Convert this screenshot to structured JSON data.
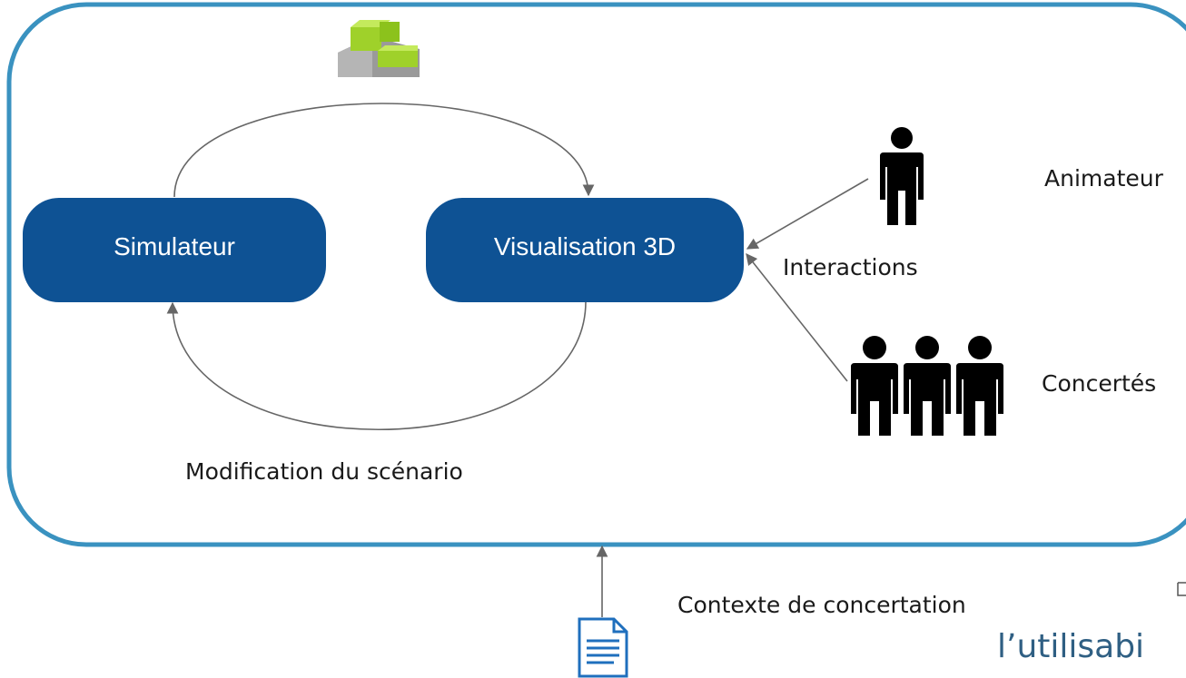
{
  "diagram": {
    "nodes": {
      "simulator": "Simulateur",
      "visualisation": "Visualisation 3D"
    },
    "roles": {
      "facilitator": "Animateur",
      "participants": "Concertés"
    },
    "edges": {
      "interactions": "Interactions",
      "scenario_change": "Modification du scénario",
      "context": "Contexte de concertation"
    },
    "partial_text": "l’utilisabi",
    "colors": {
      "frame": "#3a92c0",
      "node_fill": "#0e5294",
      "arrow": "#666666",
      "document": "#1f6fbd",
      "building": "#9fd12a"
    }
  }
}
